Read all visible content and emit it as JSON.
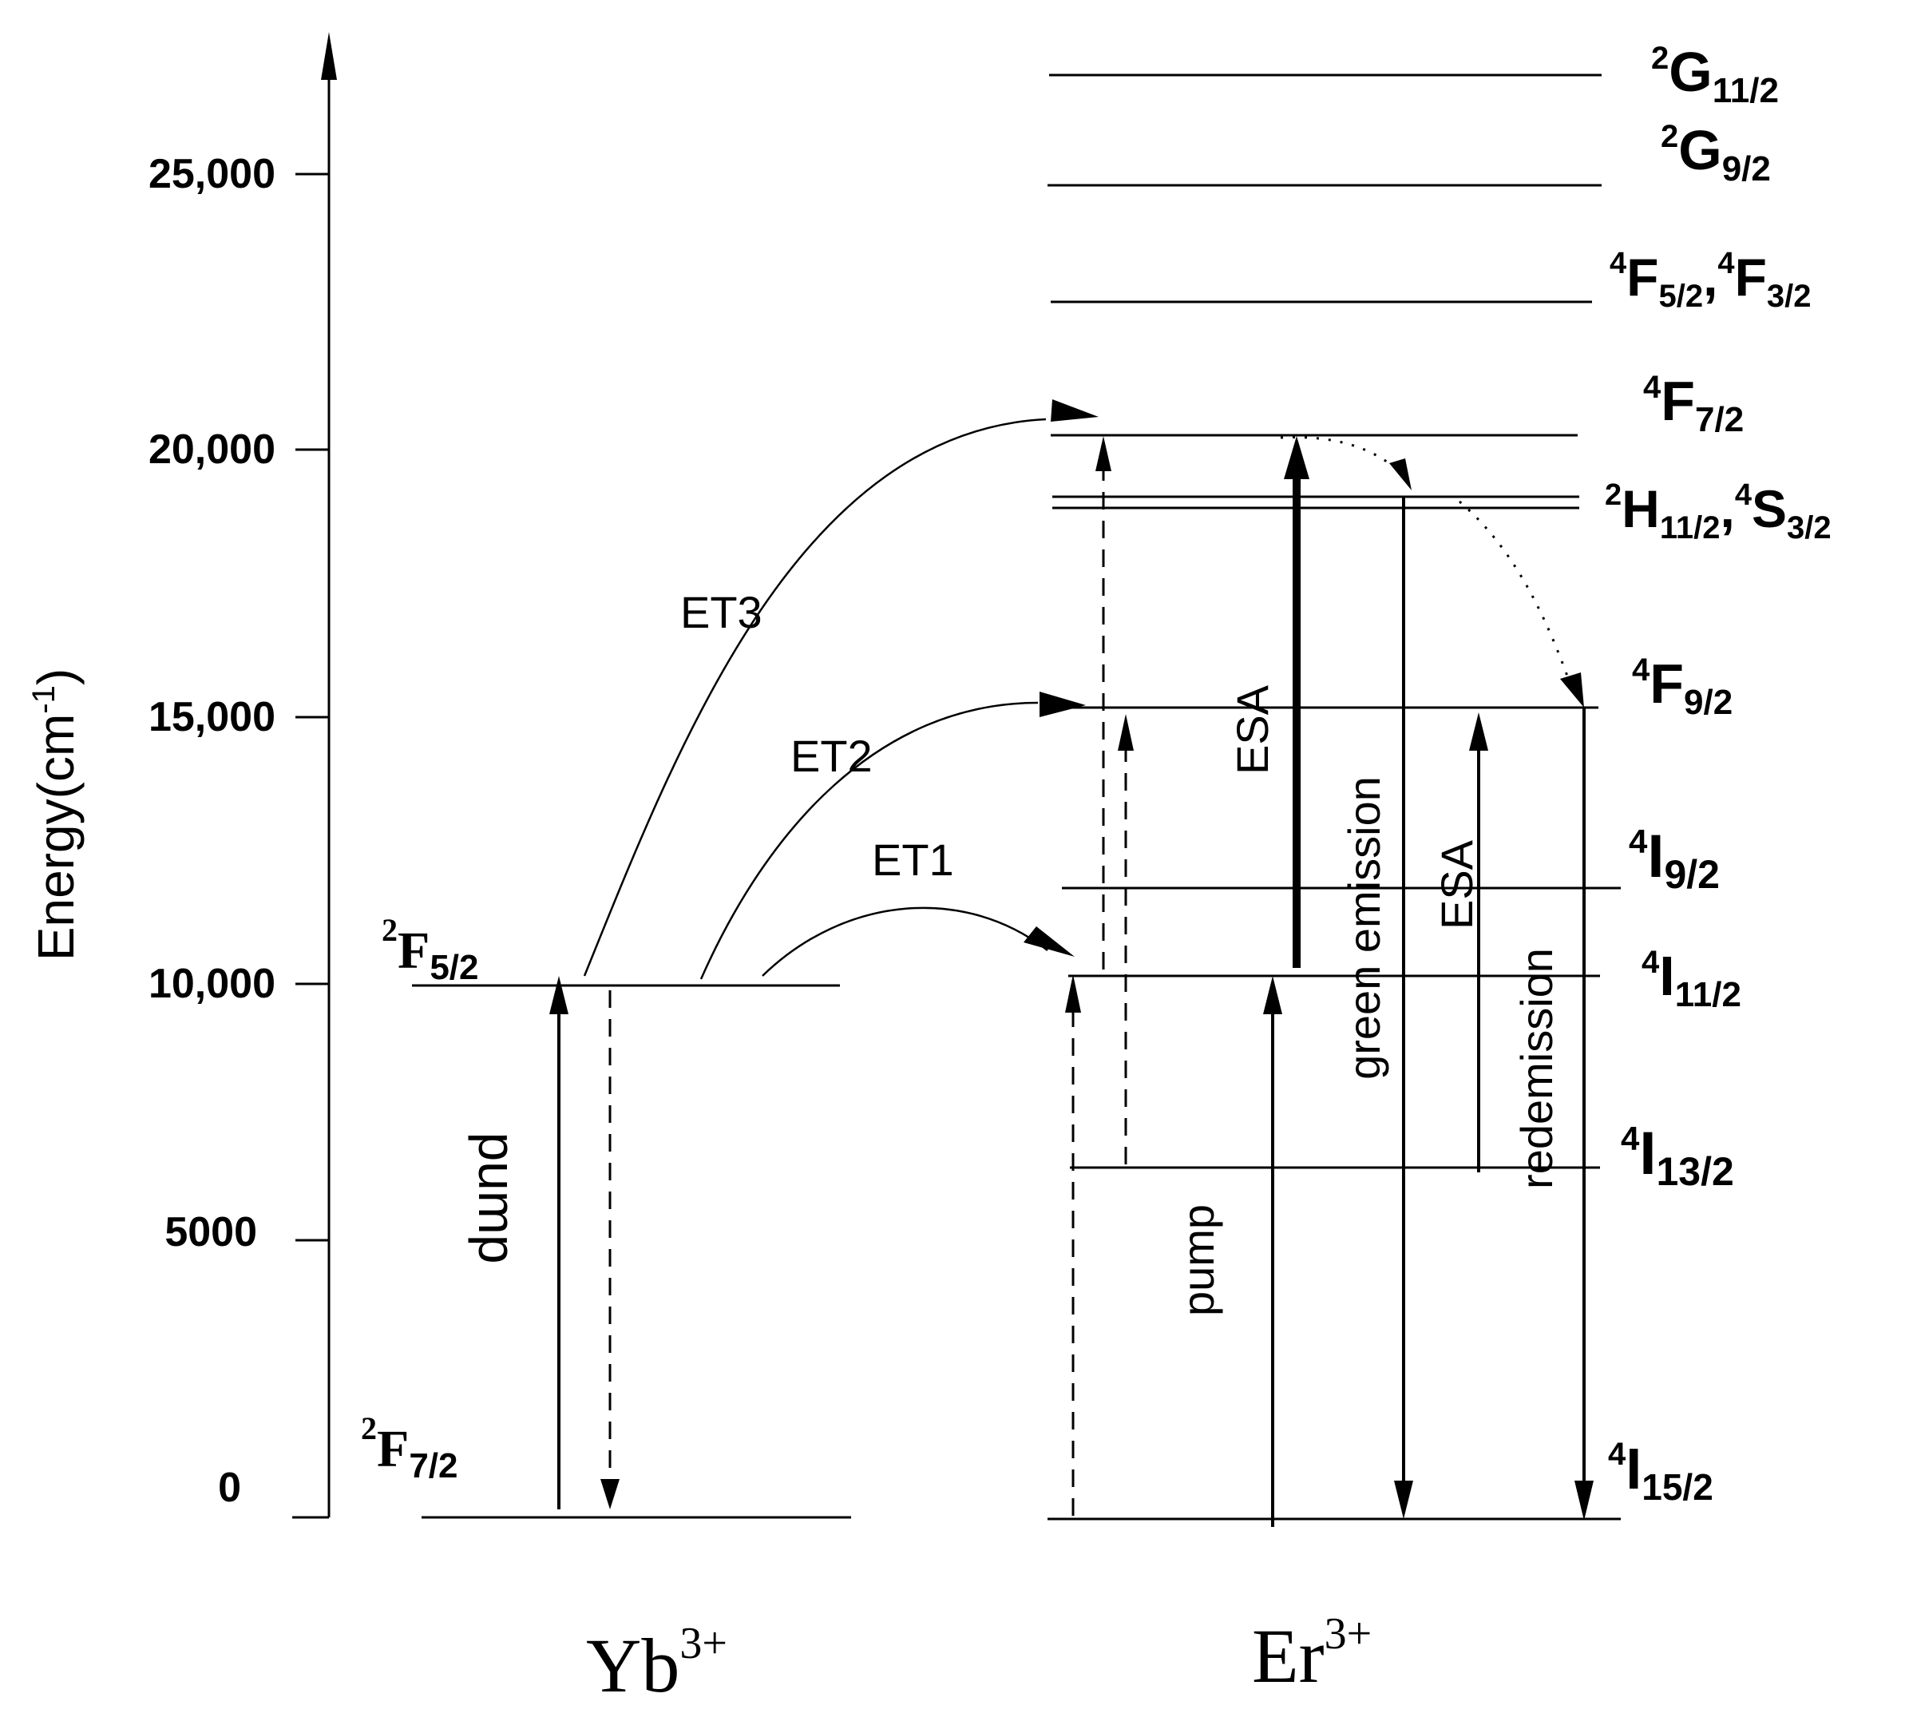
{
  "axis": {
    "ylabel": "Energy(cm",
    "ylabel_sup": "-1",
    "ylabel_end": ")",
    "ticks": [
      "25,000",
      "20,000",
      "15,000",
      "10,000",
      "5000",
      "0"
    ]
  },
  "ions": {
    "yb": {
      "name": "Yb",
      "charge": "3+"
    },
    "er": {
      "name": "Er",
      "charge": "3+"
    }
  },
  "yb_levels": {
    "f52": {
      "sup": "2",
      "main": "F",
      "sub": "5/2"
    },
    "f72": {
      "sup": "2",
      "main": "F",
      "sub": "7/2"
    }
  },
  "er_levels": {
    "g112": {
      "sup": "2",
      "main": "G",
      "sub": "11/2"
    },
    "g92": {
      "sup": "2",
      "main": "G",
      "sub": "9/2"
    },
    "f52_f32": {
      "sup1": "4",
      "main1": "F",
      "sub1": "5/2",
      "sep": ",",
      "sup2": "4",
      "main2": "F",
      "sub2": "3/2"
    },
    "f72": {
      "sup": "4",
      "main": "F",
      "sub": "7/2"
    },
    "h112_s32": {
      "sup1": "2",
      "main1": "H",
      "sub1": "11/2",
      "sep": ",",
      "sup2": "4",
      "main2": "S",
      "sub2": "3/2"
    },
    "f92": {
      "sup": "4",
      "main": "F",
      "sub": "9/2"
    },
    "i92": {
      "sup": "4",
      "main": "I",
      "sub": "9/2"
    },
    "i112": {
      "sup": "4",
      "main": "I",
      "sub": "11/2"
    },
    "i132": {
      "sup": "4",
      "main": "I",
      "sub": "13/2"
    },
    "i152": {
      "sup": "4",
      "main": "I",
      "sub": "15/2"
    }
  },
  "transitions": {
    "et1": "ET1",
    "et2": "ET2",
    "et3": "ET3",
    "pump_yb": "pump",
    "pump_er": "pump",
    "esa_1": "ESA",
    "esa_2": "ESA",
    "green_emission": "green emission",
    "red_emission": "redemission"
  }
}
